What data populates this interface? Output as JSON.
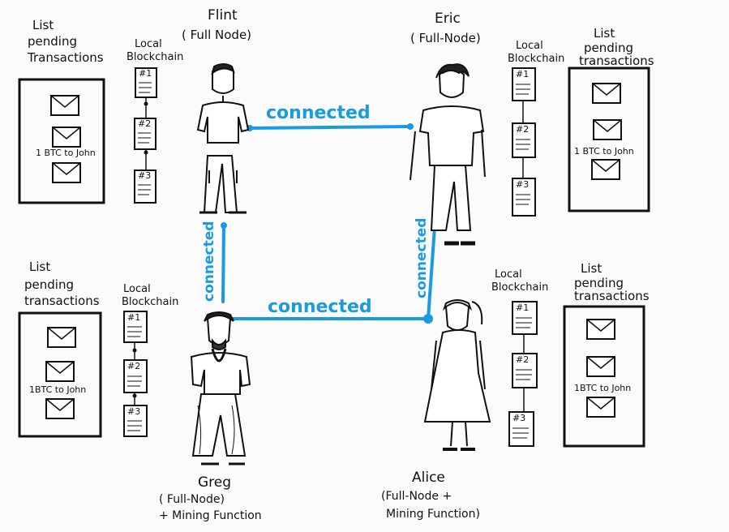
{
  "nodes": {
    "flint": {
      "name": "Flint",
      "role": "( Full Node)"
    },
    "eric": {
      "name": "Eric",
      "role": "( Full-Node)"
    },
    "greg": {
      "name": "Greg",
      "role": "( Full-Node)",
      "extra": "+ Mining Function"
    },
    "alice": {
      "name": "Alice",
      "role": "(Full-Node +",
      "extra": "Mining Function)"
    }
  },
  "pending": {
    "title_line1": "List",
    "title_line2": "pending",
    "title_line3_tl": "Transactions",
    "title_line3": "transactions",
    "tx_label": "1 BTC to John",
    "tx_label_alt": "1BTC to John"
  },
  "chain": {
    "title_line1": "Local",
    "title_line2": "Blockchain",
    "blocks": [
      "#1",
      "#2",
      "#3"
    ]
  },
  "connections": {
    "label": "connected"
  },
  "colors": {
    "connection": "#1a9be0",
    "ink": "#111111"
  }
}
